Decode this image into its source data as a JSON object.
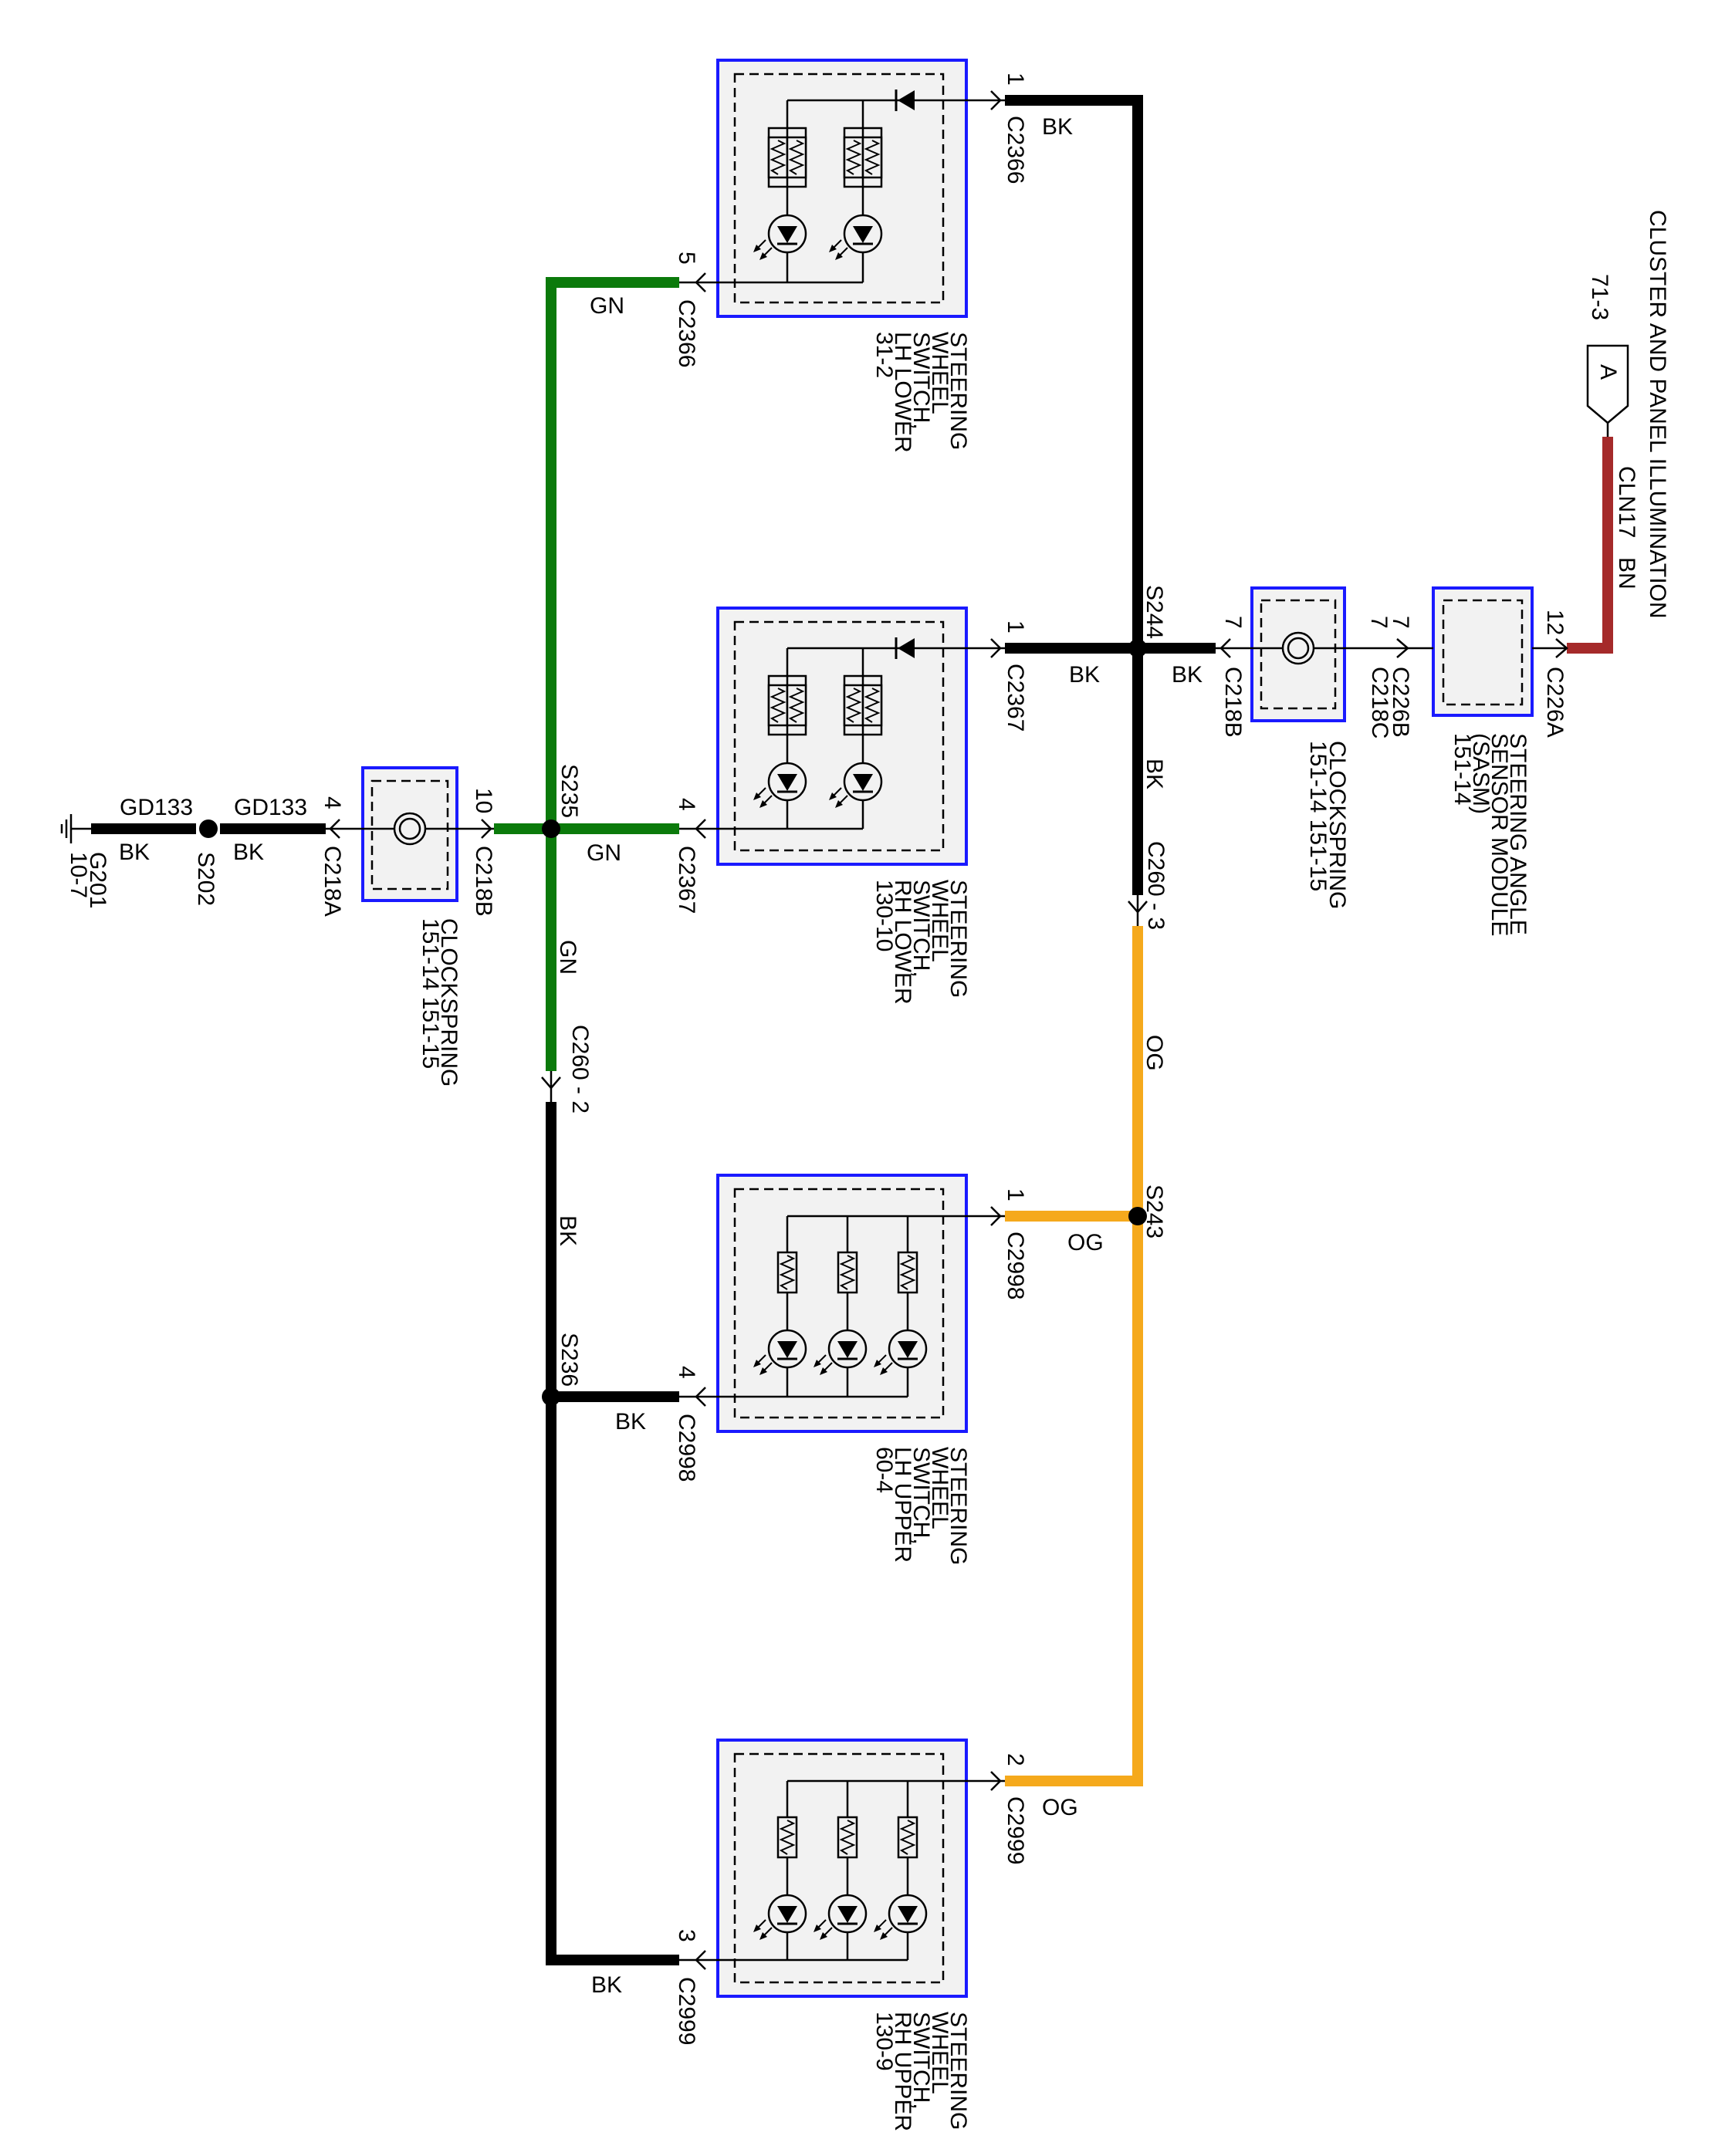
{
  "colors": {
    "BK": "#000000",
    "GN": "#0b7a0b",
    "OG": "#f5a91c",
    "BN": "#a52a2a",
    "box_border": "#1a1aff",
    "box_fill": "#f2f2f2"
  },
  "reference_flag": {
    "letter": "A",
    "page": "71-3"
  },
  "circuit_title": "CLUSTER AND PANEL ILLUMINATION",
  "circuit": {
    "id": "CLN17",
    "color": "BN"
  },
  "components": {
    "sasm": {
      "lines": [
        "STEERING ANGLE",
        "SENSOR MODULE",
        "(SASM)",
        "151-14"
      ],
      "connector": "C226A",
      "pin": "12",
      "connector_b": "C226B",
      "pin_b": "7"
    },
    "clockspring_top": {
      "lines": [
        "CLOCKSPRING",
        "151-14  151-15"
      ],
      "connector_in": "C218C",
      "pin_in": "7",
      "connector_out": "C218B",
      "pin_out": "7"
    },
    "clockspring_bottom": {
      "lines": [
        "CLOCKSPRING",
        "151-14  151-15"
      ],
      "connector_in": "C218B",
      "pin_in": "10",
      "connector_out": "C218A",
      "pin_out": "4"
    },
    "sw_lh_lower": {
      "lines": [
        "STEERING",
        "WHEEL",
        "SWITCH,",
        "LH LOWER",
        "31-2"
      ],
      "conn_a": "C2366",
      "pin_a": "1",
      "conn_b": "C2366",
      "pin_b": "5"
    },
    "sw_rh_lower": {
      "lines": [
        "STEERING",
        "WHEEL",
        "SWITCH,",
        "RH LOWER",
        "130-10"
      ],
      "conn_a": "C2367",
      "pin_a": "1",
      "conn_b": "C2367",
      "pin_b": "4"
    },
    "sw_lh_upper": {
      "lines": [
        "STEERING",
        "WHEEL",
        "SWITCH,",
        "LH UPPER",
        "60-4"
      ],
      "conn_a": "C2998",
      "pin_a": "1",
      "conn_b": "C2998",
      "pin_b": "4"
    },
    "sw_rh_upper": {
      "lines": [
        "STEERING",
        "WHEEL",
        "SWITCH,",
        "RH UPPER",
        "130-9"
      ],
      "conn_a": "C2999",
      "pin_a": "2",
      "conn_b": "C2999",
      "pin_b": "3"
    }
  },
  "splices": {
    "s244": "S244",
    "s243": "S243",
    "s235": "S235",
    "s236": "S236",
    "s202": "S202"
  },
  "inline": {
    "c260_3": "C260  -  3",
    "c260_2": "C260  -  2"
  },
  "ground": {
    "id": "G201",
    "page": "10-7"
  },
  "wire_labels": {
    "bk": "BK",
    "gn": "GN",
    "og": "OG",
    "bn": "BN",
    "gd133": "GD133"
  }
}
